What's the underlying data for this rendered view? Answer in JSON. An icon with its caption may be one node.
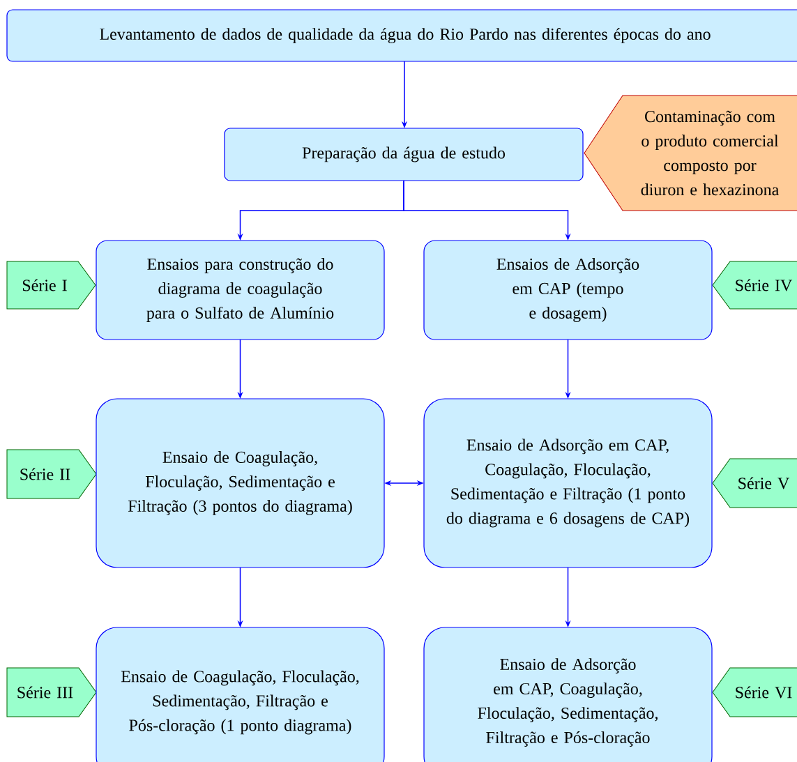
{
  "diagram": {
    "nodes": [
      {
        "text": [
          "Levantamento de dados de qualidade da água do Rio Pardo nas diferentes épocas do ano"
        ]
      },
      {
        "text": [
          "Preparação da água de estudo"
        ]
      },
      {
        "text": [
          "Contaminação com o produto comercial composto por diuron e hexazinona"
        ]
      },
      {
        "text": [
          "Série I"
        ]
      },
      {
        "text": [
          "Ensaios para construção do diagrama de coagulação para o Sulfato de Alumínio"
        ]
      },
      {
        "text": [
          "Ensaios de Adsorção em CAP (tempo e dosagem)"
        ]
      },
      {
        "text": [
          "Série IV"
        ]
      },
      {
        "text": [
          "Série II"
        ]
      },
      {
        "text": [
          "Ensaio de Coagulação, Floculação, Sedimentação e Filtração (3 pontos do diagrama)"
        ]
      },
      {
        "text": [
          "Ensaio de Adsorção em CAP, Coagulação, Floculação, Sedimentação e Filtração (1 ponto do diagrama e 6 dosagens de CAP)"
        ]
      },
      {
        "text": [
          "Série V"
        ]
      },
      {
        "text": [
          "Série III"
        ]
      },
      {
        "text": [
          "Ensaio de Coagulação, Floculação, Sedimentação, Filtração e Pós-cloração (1 ponto diagrama)"
        ]
      },
      {
        "text": [
          "Ensaio de Adsorção em CAP, Coagulação, Floculação, Sedimentação, Filtração e Pós-cloração"
        ]
      },
      {
        "text": [
          "Série VI"
        ]
      }
    ],
    "edges": [
      {
        "from": 0,
        "to": 1,
        "arrow": "to"
      },
      {
        "from": 1,
        "to": 4,
        "arrow": "to"
      },
      {
        "from": 1,
        "to": 5,
        "arrow": "to"
      },
      {
        "from": 4,
        "to": 8,
        "arrow": "to"
      },
      {
        "from": 5,
        "to": 9,
        "arrow": "to"
      },
      {
        "from": 8,
        "to": 9,
        "arrow": "both"
      },
      {
        "from": 8,
        "to": 12,
        "arrow": "to"
      },
      {
        "from": 9,
        "to": 13,
        "arrow": "to"
      }
    ]
  }
}
